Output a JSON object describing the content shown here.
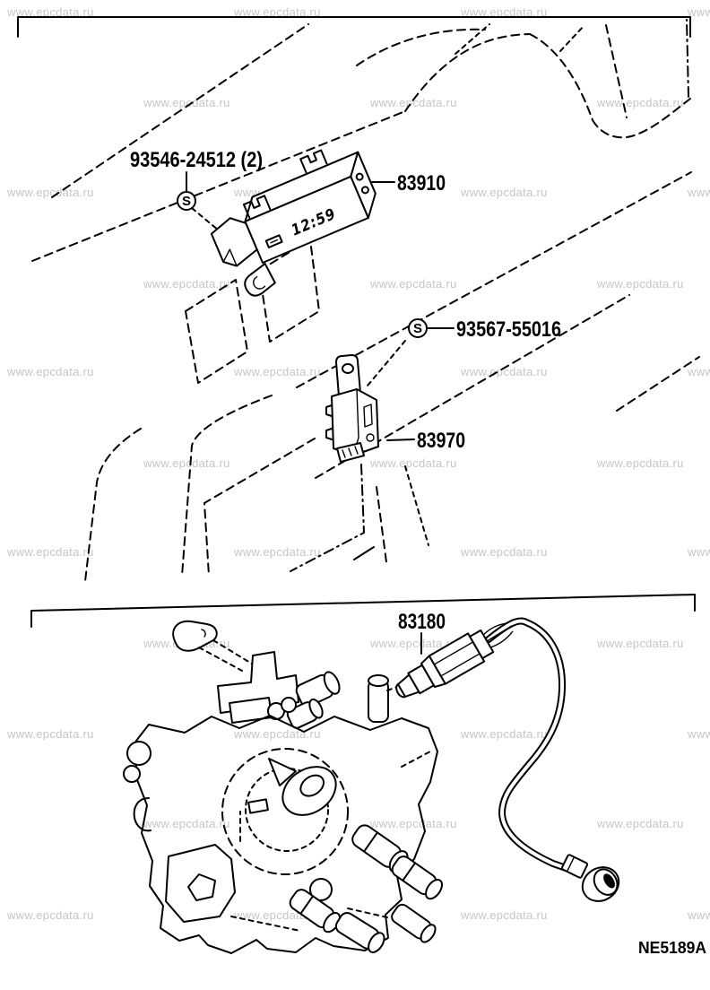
{
  "diagram": {
    "source_watermark": {
      "text": "www.epcdata.ru",
      "color": "#c6c6c6"
    },
    "code": "NE5189A",
    "screw_symbol": "S",
    "clock_display": "12:59",
    "parts": [
      {
        "number": "93546-24512 (2)",
        "kind": "screw"
      },
      {
        "number": "83910",
        "kind": "clock"
      },
      {
        "number": "93567-55016",
        "kind": "screw"
      },
      {
        "number": "83970",
        "kind": "relay"
      },
      {
        "number": "83180",
        "kind": "sensor with harness"
      }
    ]
  },
  "colors": {
    "background": "#ffffff",
    "line": "#000000",
    "label": "#000000"
  }
}
